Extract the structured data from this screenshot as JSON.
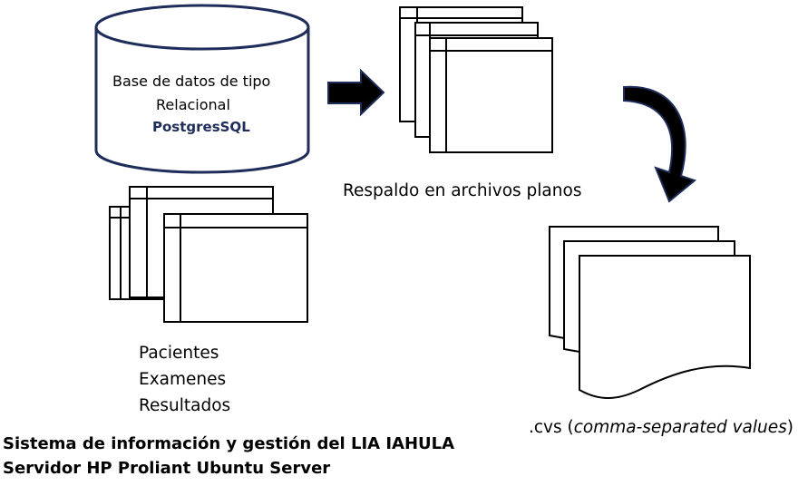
{
  "database": {
    "line1": "Base de datos de tipo",
    "line2": "Relacional",
    "name": "PostgresSQL"
  },
  "tables": [
    "Pacientes",
    "Examenes",
    "Resultados"
  ],
  "backup_label": "Respaldo en archivos planos",
  "csv": {
    "prefix": ".cvs (",
    "italic": "comma-separated values",
    "suffix": ")"
  },
  "footer": {
    "line1": "Sistema de información y gestión del LIA IAHULA",
    "line2": "Servidor HP Proliant Ubuntu Server"
  },
  "colors": {
    "stroke": "#1f2d5a",
    "arrow_fill": "#000000",
    "db_name": "#1f2d5a"
  }
}
